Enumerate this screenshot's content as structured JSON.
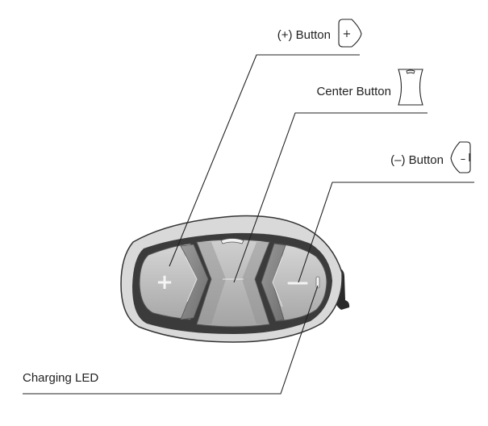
{
  "callouts": {
    "plus_button": "(+) Button",
    "center_button": "Center Button",
    "minus_button": "(–) Button",
    "charging_led": "Charging LED"
  },
  "icons": {
    "plus_glyph": "+",
    "minus_glyph": "–"
  },
  "colors": {
    "line": "#222222",
    "device_outer": "#d4d4d4",
    "device_frame": "#3a3a3a",
    "button_face": "#bdbdbd",
    "button_shade": "#8e8e8e"
  }
}
